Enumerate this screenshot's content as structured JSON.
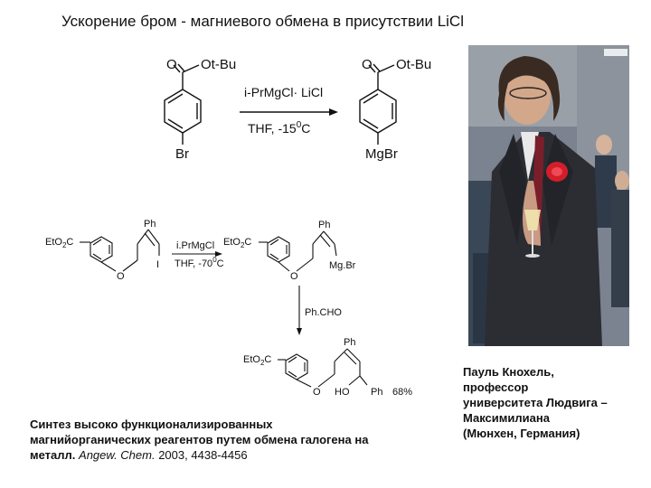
{
  "title": "Ускорение бром - магниевого обмена в присутствии LiCl",
  "scheme1": {
    "ester": "O",
    "ester_group": "Ot-Bu",
    "substituent_start": "Br",
    "reagent": "i-PrMgCl· LiCl",
    "conditions": "THF, -15",
    "conditions_super": "0",
    "conditions_unit": "C",
    "product_ester": "O",
    "product_ester_group": "Ot-Bu",
    "substituent_product": "MgBr"
  },
  "scheme2": {
    "start_ester": "EtO",
    "start_ester_sub": "2",
    "start_ester_c": "C",
    "start_ph": "Ph",
    "start_o": "O",
    "start_i": "I",
    "reagent": "i.PrMgCl",
    "conditions": "THF, -70",
    "conditions_super": "0",
    "conditions_unit": "C",
    "inter_ester": "EtO",
    "inter_ester_sub": "2",
    "inter_ester_c": "C",
    "inter_ph": "Ph",
    "inter_o": "O",
    "inter_mgbr": "Mg.Br",
    "step2_reagent": "Ph.CHO",
    "prod_ester": "EtO",
    "prod_ester_sub": "2",
    "prod_ester_c": "C",
    "prod_ph_top": "Ph",
    "prod_o": "O",
    "prod_ho": "HO",
    "prod_ph": "Ph",
    "yield": "68%"
  },
  "caption_left": {
    "line1": "Синтез высоко функционализированных",
    "line2": "магнийорганических реагентов путем обмена галогена на",
    "line3_text": "металл.",
    "journal": "Angew. Chem.",
    "year": "2003,",
    "pages": "4438-4456"
  },
  "caption_right": {
    "line1": "Пауль Кнохель,",
    "line2": "профессор",
    "line3": "университета Людвига –",
    "line4": "Максимилиана",
    "line5": "(Мюнхен, Германия)"
  }
}
